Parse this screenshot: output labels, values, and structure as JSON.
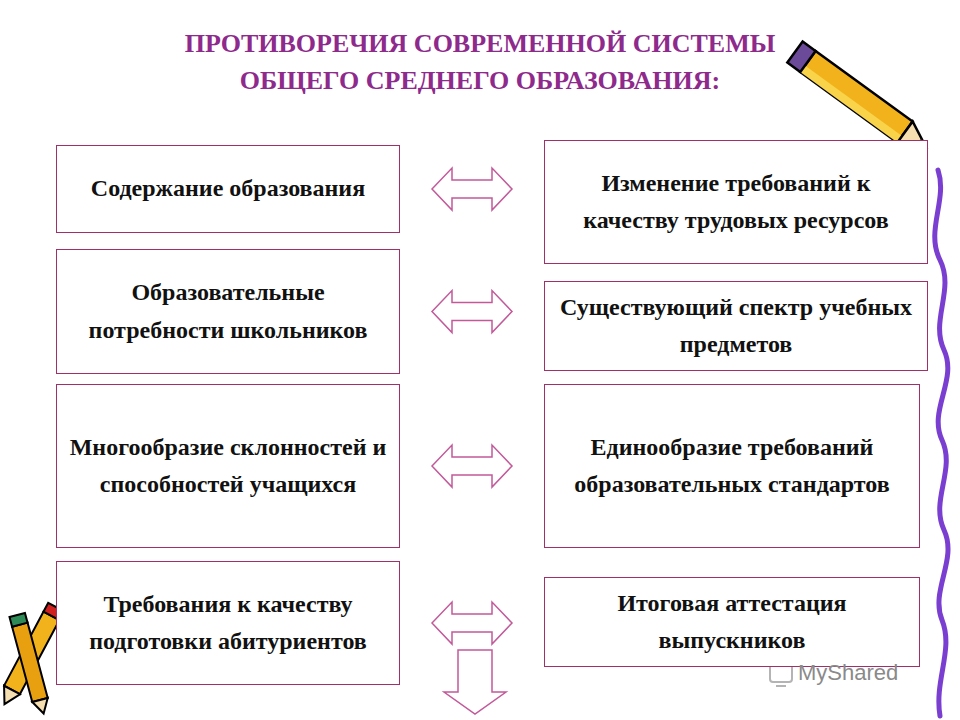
{
  "diagram": {
    "title": "ПРОТИВОРЕЧИЯ СОВРЕМЕННОЙ СИСТЕМЫ ОБЩЕГО СРЕДНЕГО ОБРАЗОВАНИЯ:",
    "nodes": [
      {
        "text": [
          "Содержание образования"
        ]
      },
      {
        "text": [
          "Изменение требований к качеству трудовых ресурсов"
        ]
      },
      {
        "text": [
          "Образовательные потребности школьников"
        ]
      },
      {
        "text": [
          "Существующий спектр учебных предметов"
        ]
      },
      {
        "text": [
          "Многообразие склонностей и способностей учащихся"
        ]
      },
      {
        "text": [
          "Единообразие требований образовательных стандартов"
        ]
      },
      {
        "text": [
          "Требования к качеству подготовки абитуриентов"
        ]
      },
      {
        "text": [
          "Итоговая аттестация выпускников"
        ]
      }
    ],
    "edges": [
      {
        "from": 0,
        "to": 1,
        "arrow": "both"
      },
      {
        "from": 2,
        "to": 3,
        "arrow": "both"
      },
      {
        "from": 4,
        "to": 5,
        "arrow": "both"
      },
      {
        "from": 6,
        "to": 7,
        "arrow": "both"
      }
    ],
    "labels": [
      "MyShared"
    ]
  }
}
